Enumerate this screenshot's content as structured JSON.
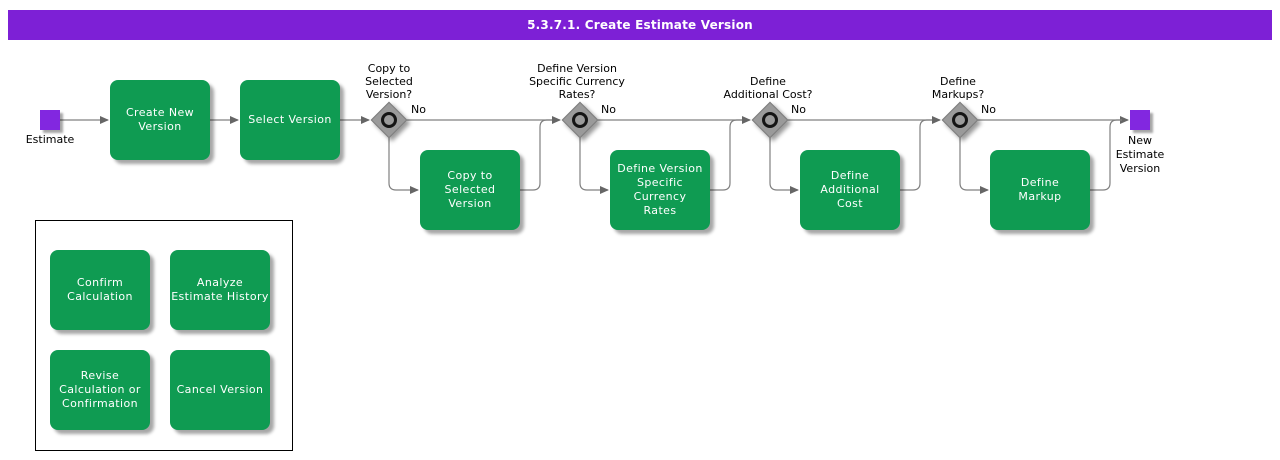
{
  "title_bar": {
    "text": "5.3.7.1. Create Estimate Version"
  },
  "colors": {
    "title_bg": "#7D20D6",
    "task_fill": "#0F9B52",
    "event_fill": "#8227E0",
    "gateway_fill": "#9A9A9A",
    "connector": "#808080"
  },
  "flow": {
    "start_event": {
      "label": "Estimate"
    },
    "tasks": [
      {
        "label": "Create New\nVersion"
      },
      {
        "label": "Select Version"
      },
      {
        "label": "Copy to\nSelected\nVersion"
      },
      {
        "label": "Define Version\nSpecific\nCurrency\nRates"
      },
      {
        "label": "Define\nAdditional\nCost"
      },
      {
        "label": "Define\nMarkup"
      }
    ],
    "gateways": [
      {
        "question": "Copy to\nSelected\nVersion?",
        "branch_label": "No"
      },
      {
        "question": "Define Version\nSpecific Currency\nRates?",
        "branch_label": "No"
      },
      {
        "question": "Define\nAdditional Cost?",
        "branch_label": "No"
      },
      {
        "question": "Define\nMarkups?",
        "branch_label": "No"
      }
    ],
    "end_event": {
      "label": "New\nEstimate\nVersion"
    }
  },
  "subprocess_panel": {
    "tasks": [
      {
        "label": "Confirm\nCalculation"
      },
      {
        "label": "Analyze\nEstimate History"
      },
      {
        "label": "Revise\nCalculation or\nConfirmation"
      },
      {
        "label": "Cancel Version"
      }
    ]
  }
}
